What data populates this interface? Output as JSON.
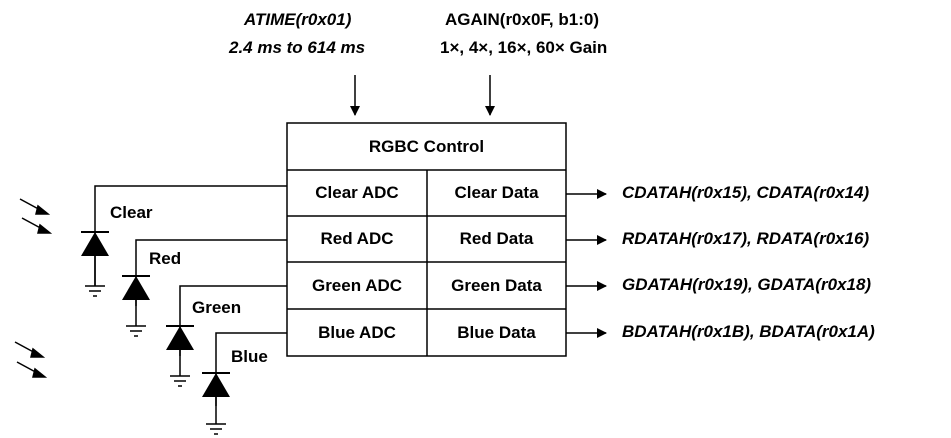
{
  "inputs": {
    "atime_register": "ATIME(r0x01)",
    "atime_range": "2.4 ms to 614 ms",
    "again_register": "AGAIN(r0x0F, b1:0)",
    "again_values": "1×, 4×, 16×, 60× Gain"
  },
  "block": {
    "title": "RGBC Control",
    "rows": [
      {
        "adc": "Clear ADC",
        "data": "Clear Data",
        "output": "CDATAH(r0x15), CDATA(r0x14)",
        "photodiode": "Clear"
      },
      {
        "adc": "Red ADC",
        "data": "Red Data",
        "output": "RDATAH(r0x17), RDATA(r0x16)",
        "photodiode": "Red"
      },
      {
        "adc": "Green ADC",
        "data": "Green Data",
        "output": "GDATAH(r0x19), GDATA(r0x18)",
        "photodiode": "Green"
      },
      {
        "adc": "Blue ADC",
        "data": "Blue Data",
        "output": "BDATAH(r0x1B), BDATA(r0x1A)",
        "photodiode": "Blue"
      }
    ]
  }
}
